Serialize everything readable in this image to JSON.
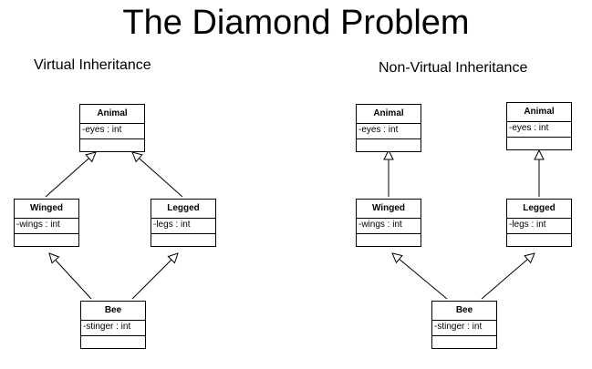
{
  "title": "The Diamond Problem",
  "virtual": {
    "heading": "Virtual Inheritance",
    "animal": {
      "name": "Animal",
      "attr": "-eyes : int"
    },
    "winged": {
      "name": "Winged",
      "attr": "-wings : int"
    },
    "legged": {
      "name": "Legged",
      "attr": "-legs : int"
    },
    "bee": {
      "name": "Bee",
      "attr": "-stinger : int"
    }
  },
  "nonvirtual": {
    "heading": "Non-Virtual Inheritance",
    "animal_left": {
      "name": "Animal",
      "attr": "-eyes : int"
    },
    "animal_right": {
      "name": "Animal",
      "attr": "-eyes : int"
    },
    "winged": {
      "name": "Winged",
      "attr": "-wings : int"
    },
    "legged": {
      "name": "Legged",
      "attr": "-legs : int"
    },
    "bee": {
      "name": "Bee",
      "attr": "-stinger : int"
    }
  }
}
